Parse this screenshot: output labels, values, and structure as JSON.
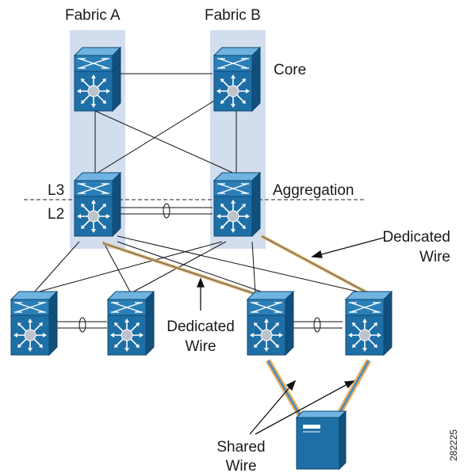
{
  "labels": {
    "fabric_a": "Fabric A",
    "fabric_b": "Fabric B",
    "core": "Core",
    "aggregation": "Aggregation",
    "l3": "L3",
    "l2": "L2",
    "dedicated_wire_right_line1": "Dedicated",
    "dedicated_wire_right_line2": "Wire",
    "dedicated_wire_center_line1": "Dedicated",
    "dedicated_wire_center_line2": "Wire",
    "shared_wire_line1": "Shared",
    "shared_wire_line2": "Wire",
    "figure_number": "282225"
  },
  "colors": {
    "switch_body": "#1e6fa6",
    "switch_light": "#3e95cc",
    "switch_dark": "#11507d",
    "fabric_band": "#d2deee",
    "dedicated_wire": "#f0a94a",
    "shared_wire_blue": "#6aa8d8"
  },
  "icons": {
    "switch": "nexus-switch-icon",
    "server": "server-icon"
  }
}
